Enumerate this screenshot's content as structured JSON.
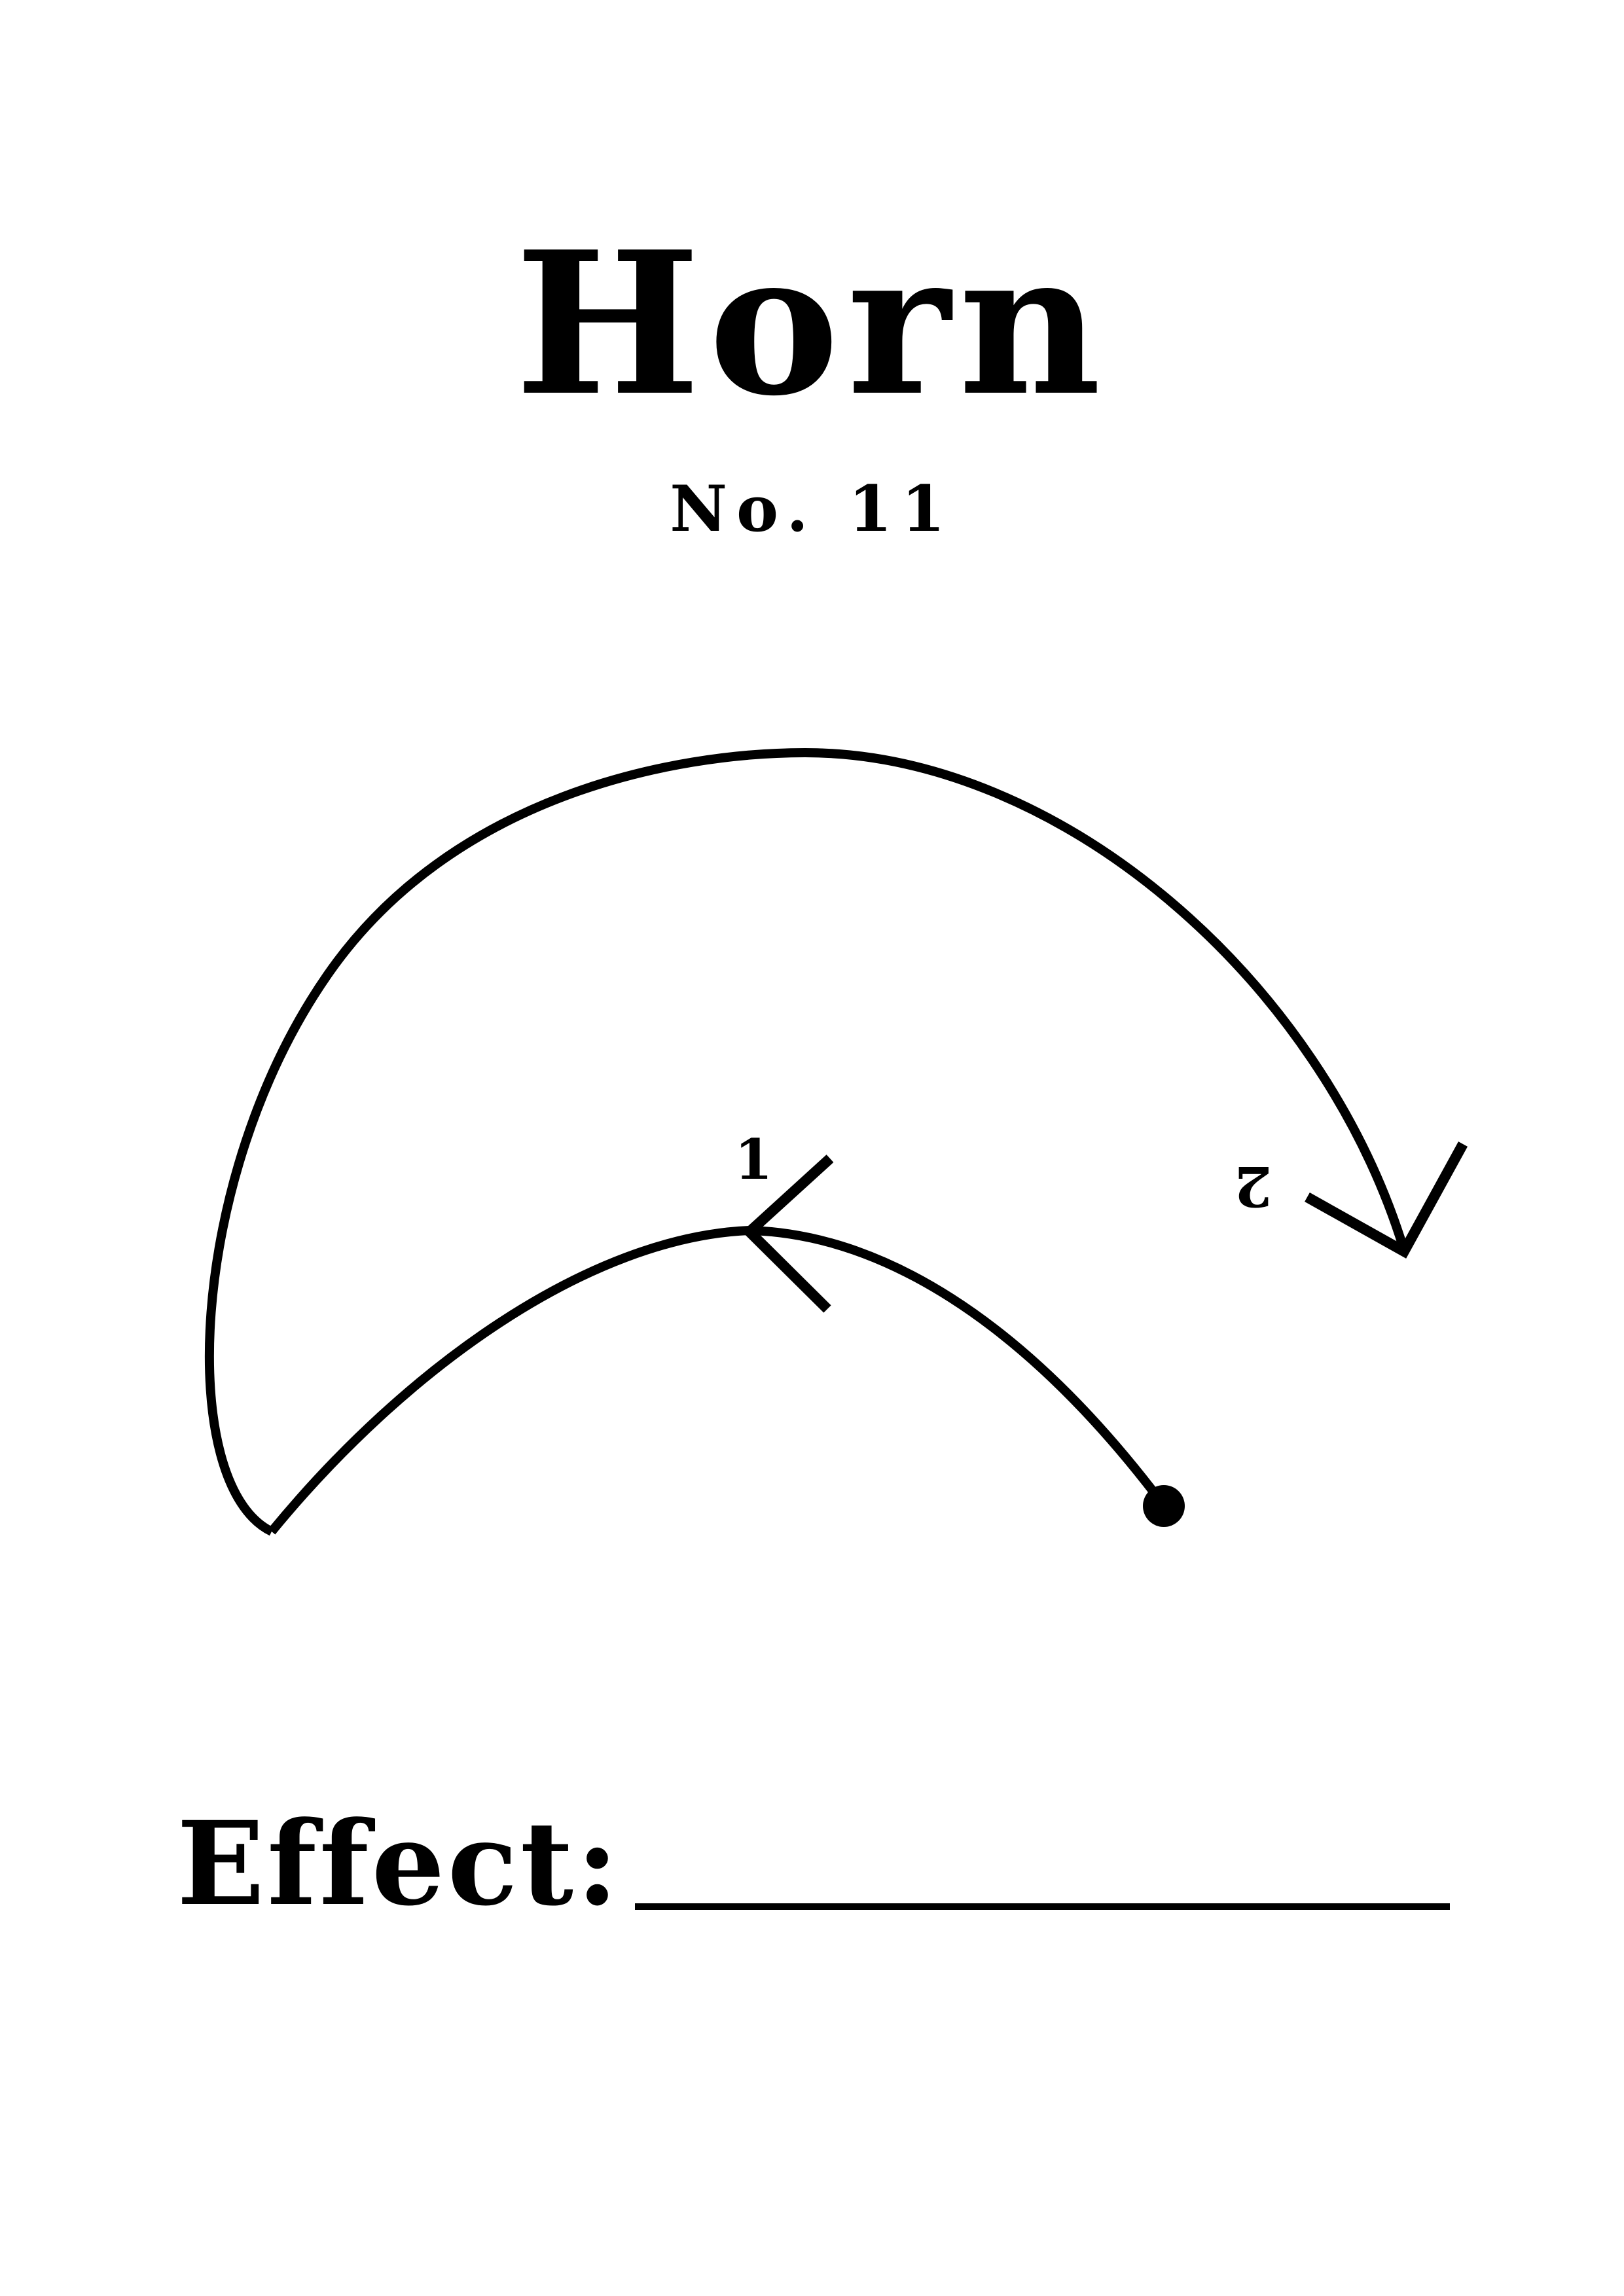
{
  "title": "Horn",
  "subtitle": "No. 11",
  "steps": [
    {
      "label": "1"
    },
    {
      "label": "2"
    }
  ],
  "effect": {
    "label": "Effect:",
    "value": ""
  },
  "colors": {
    "ink": "#000000",
    "paper": "#ffffff"
  }
}
